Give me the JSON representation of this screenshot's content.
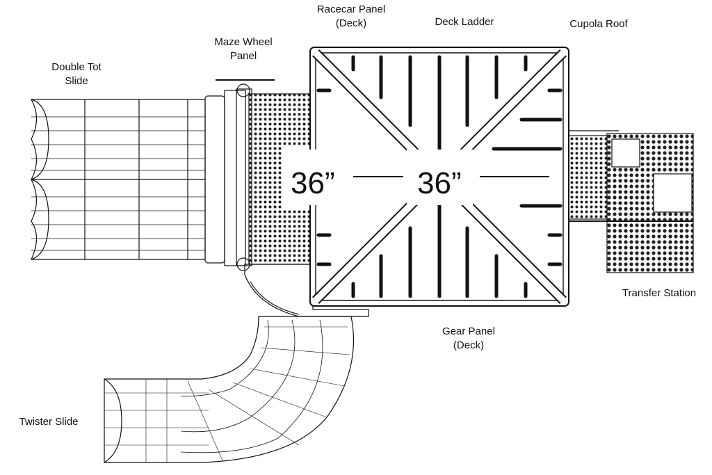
{
  "labels": {
    "racecar_panel": {
      "line1": "Racecar Panel",
      "line2": "(Deck)"
    },
    "deck_ladder": "Deck Ladder",
    "cupola_roof": "Cupola Roof",
    "maze_wheel_panel": {
      "line1": "Maze Wheel",
      "line2": "Panel"
    },
    "double_tot_slide": {
      "line1": "Double Tot",
      "line2": "Slide"
    },
    "transfer_station": "Transfer Station",
    "gear_panel": {
      "line1": "Gear Panel",
      "line2": "(Deck)"
    },
    "twister_slide": "Twister Slide"
  },
  "dimensions": {
    "left_height": "36”",
    "deck_height": "36”"
  },
  "colors": {
    "ink": "#111111",
    "background": "#ffffff"
  }
}
